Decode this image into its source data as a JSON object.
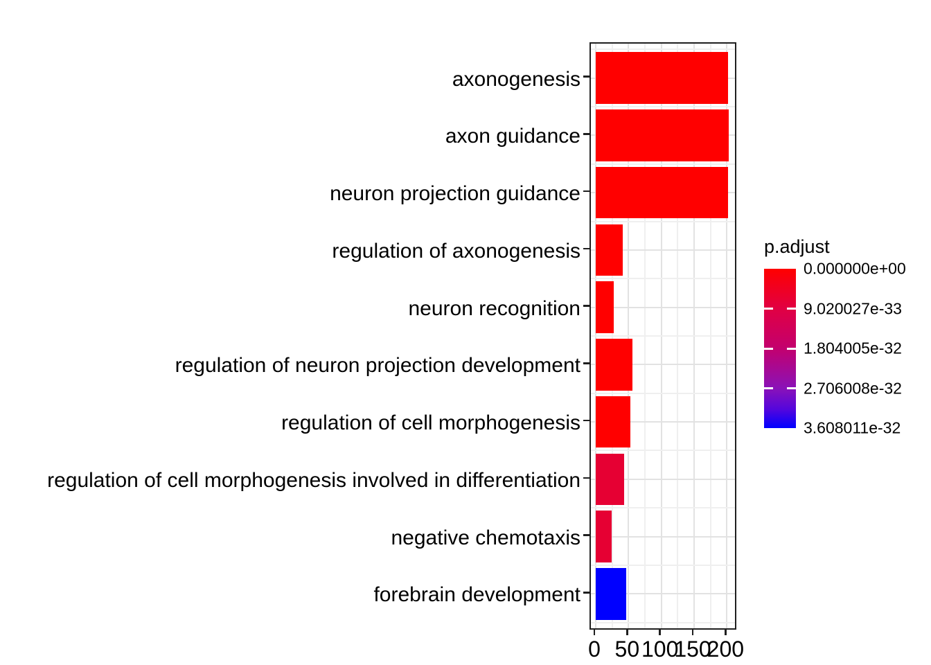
{
  "chart_data": {
    "type": "bar",
    "orientation": "horizontal",
    "title": "",
    "xlabel": "",
    "ylabel": "",
    "categories": [
      "axonogenesis",
      "axon guidance",
      "neuron projection guidance",
      "regulation of axonogenesis",
      "neuron recognition",
      "regulation of neuron projection development",
      "regulation of cell morphogenesis",
      "regulation of cell morphogenesis involved in differentiation",
      "negative chemotaxis",
      "forebrain development"
    ],
    "values": [
      202,
      203,
      202,
      41,
      27,
      56,
      53,
      43,
      24,
      46
    ],
    "bar_colors": [
      "#FF0000",
      "#FF0000",
      "#FF0000",
      "#FF0000",
      "#FF0000",
      "#FF0000",
      "#FF0000",
      "#E60033",
      "#E60033",
      "#0000FF"
    ],
    "xlim": [
      -7.4,
      212.3
    ],
    "x_major_ticks": [
      0,
      50,
      100,
      150,
      200
    ],
    "x_minor_ticks": [
      25,
      75,
      125,
      175
    ],
    "x_tick_labels": [
      "0",
      "50",
      "100",
      "150",
      "200"
    ],
    "grid": true,
    "legend": {
      "title": "p.adjust",
      "position": "right",
      "type": "colorbar",
      "tick_labels": [
        "0.000000e+00",
        "9.020027e-33",
        "1.804005e-32",
        "2.706008e-32",
        "3.608011e-32"
      ],
      "gradient_stops": [
        {
          "pos": 0,
          "color": "#FF0000"
        },
        {
          "pos": 0.25,
          "color": "#E10043"
        },
        {
          "pos": 0.5,
          "color": "#C3006E"
        },
        {
          "pos": 0.75,
          "color": "#8A12B8"
        },
        {
          "pos": 0.88,
          "color": "#5506DC"
        },
        {
          "pos": 1,
          "color": "#0000FF"
        }
      ]
    }
  }
}
